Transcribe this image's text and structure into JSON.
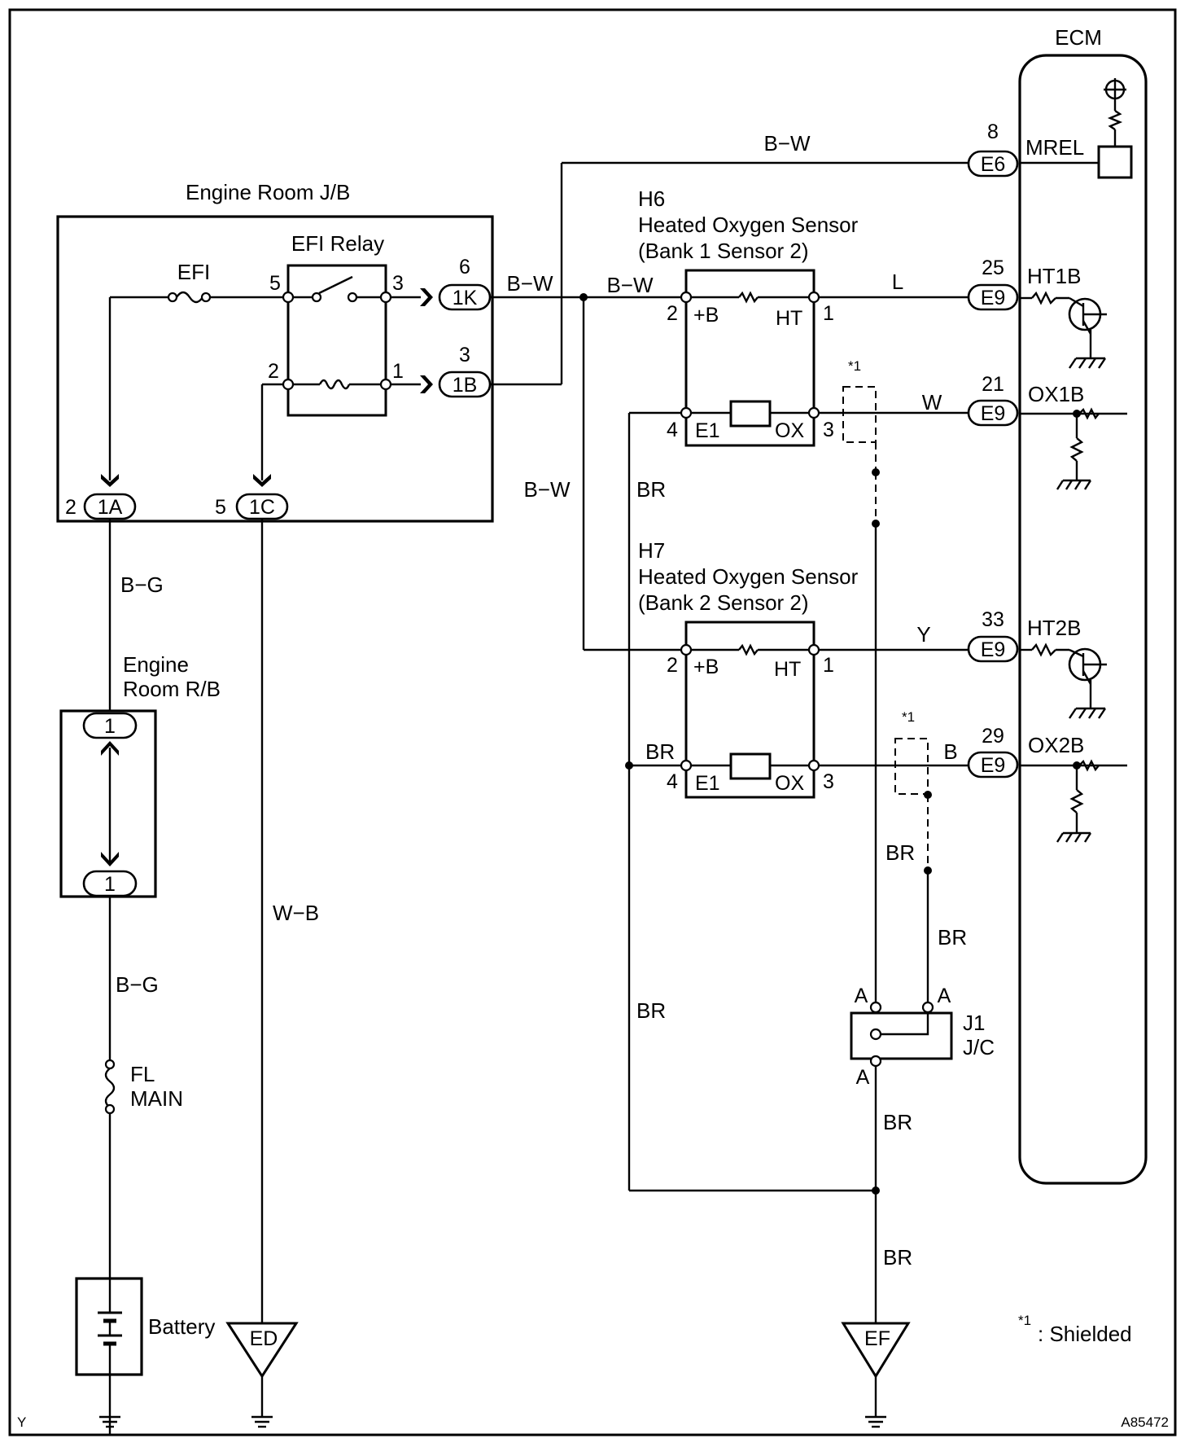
{
  "diagram": {
    "ecm": {
      "title": "ECM",
      "mrel": {
        "pin": "8",
        "connector": "E6",
        "label": "MREL"
      },
      "ht1b": {
        "pin": "25",
        "connector": "E9",
        "label": "HT1B"
      },
      "ox1b": {
        "pin": "21",
        "connector": "E9",
        "label": "OX1B"
      },
      "ht2b": {
        "pin": "33",
        "connector": "E9",
        "label": "HT2B"
      },
      "ox2b": {
        "pin": "29",
        "connector": "E9",
        "label": "OX2B"
      }
    },
    "junction_block": {
      "title": "Engine Room J/B",
      "efi_fuse": "EFI",
      "relay_title": "EFI Relay",
      "relay_pins": {
        "switch_in": "5",
        "switch_out": "3",
        "coil_in": "2",
        "coil_out": "1"
      },
      "c1k": {
        "pin": "6",
        "connector": "1K"
      },
      "c1b": {
        "pin": "3",
        "connector": "1B"
      },
      "c1a": {
        "pin": "2",
        "connector": "1A"
      },
      "c1c": {
        "pin": "5",
        "connector": "1C"
      }
    },
    "relay_block": {
      "title_line1": "Engine",
      "title_line2": "Room R/B",
      "top_connector": "1",
      "bottom_connector": "1"
    },
    "fusible_link": {
      "line1": "FL",
      "line2": "MAIN"
    },
    "battery": "Battery",
    "grounds": {
      "ed": "ED",
      "ef": "EF"
    },
    "sensor_h6": {
      "code": "H6",
      "name": "Heated Oxygen Sensor",
      "position": "(Bank 1 Sensor 2)",
      "pins": {
        "b_pin": "2",
        "b_label": "+B",
        "ht_label": "HT",
        "ht_pin": "1",
        "e1_pin": "4",
        "e1_label": "E1",
        "ox_label": "OX",
        "ox_pin": "3"
      }
    },
    "sensor_h7": {
      "code": "H7",
      "name": "Heated Oxygen Sensor",
      "position": "(Bank 2 Sensor 2)",
      "pins": {
        "b_pin": "2",
        "b_label": "+B",
        "ht_label": "HT",
        "ht_pin": "1",
        "e1_pin": "4",
        "e1_label": "E1",
        "ox_label": "OX",
        "ox_pin": "3"
      }
    },
    "junction_connector": {
      "code": "J1",
      "name": "J/C",
      "pin_top_left": "A",
      "pin_top_right": "A",
      "pin_bottom": "A"
    },
    "wires": {
      "mrel_wire": "B−W",
      "wire_1k": "B−W",
      "wire_h6_feed": "B−W",
      "wire_vertical_bw": "B−W",
      "wire_ht1": "L",
      "wire_ox1": "W",
      "wire_ht2": "Y",
      "wire_ox2": "B",
      "wire_bg_upper": "B−G",
      "wire_bg_lower": "B−G",
      "wire_wb": "W−B",
      "wire_br_upper": "BR",
      "wire_br_h7": "BR",
      "wire_br_mid": "BR",
      "wire_br_shield2": "BR",
      "wire_br_shield2_lower": "BR",
      "wire_br_j1": "BR",
      "wire_br_ground": "BR"
    },
    "shield_marker": "*1",
    "shield_note": {
      "mark": "*1",
      "text": ": Shielded"
    },
    "corner_letter": "Y",
    "figure_id": "A85472"
  }
}
